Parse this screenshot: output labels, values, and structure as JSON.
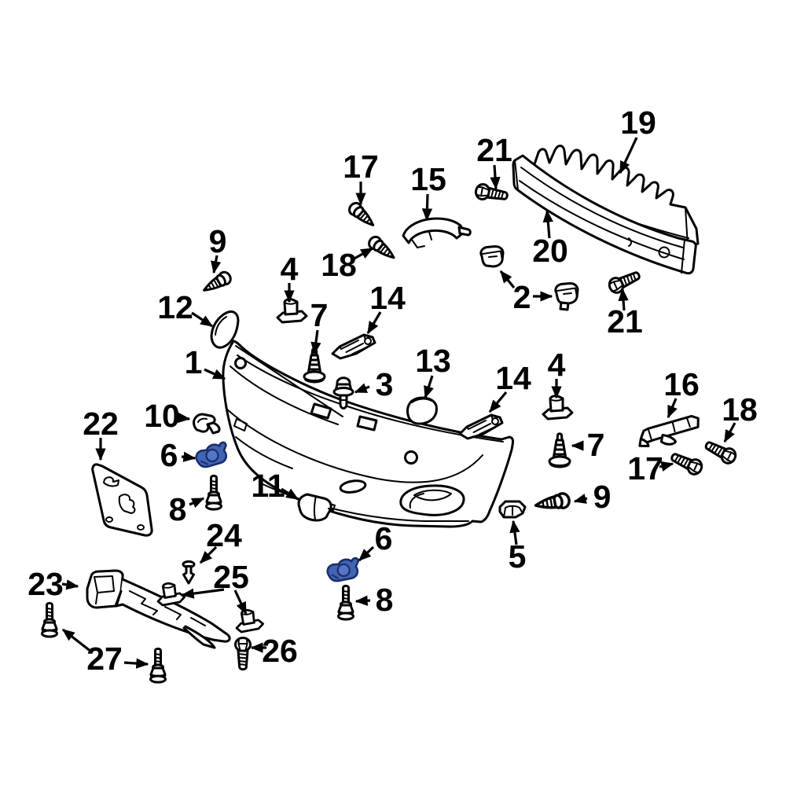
{
  "figure": {
    "subject": "Bumper components exploded parts diagram",
    "highlighted_callout": "6"
  },
  "colors": {
    "background": "#ffffff",
    "line": "#000000",
    "highlight_fill": "#4064b2",
    "highlight_boss": "#5377c4",
    "highlight_stroke": "#1b2c6b"
  },
  "callouts": {
    "c19": {
      "label": "19"
    },
    "c21_top": {
      "label": "21"
    },
    "c20": {
      "label": "20"
    },
    "c2": {
      "label": "2"
    },
    "c21_right": {
      "label": "21"
    },
    "c17_top": {
      "label": "17"
    },
    "c15": {
      "label": "15"
    },
    "c18_top": {
      "label": "18"
    },
    "c9_left": {
      "label": "9"
    },
    "c12": {
      "label": "12"
    },
    "c4_left": {
      "label": "4"
    },
    "c7_left": {
      "label": "7"
    },
    "c1": {
      "label": "1"
    },
    "c3": {
      "label": "3"
    },
    "c13": {
      "label": "13"
    },
    "c14_left": {
      "label": "14"
    },
    "c14_right": {
      "label": "14"
    },
    "c4_right": {
      "label": "4"
    },
    "c7_right": {
      "label": "7"
    },
    "c16": {
      "label": "16"
    },
    "c18_right": {
      "label": "18"
    },
    "c17_right": {
      "label": "17"
    },
    "c9_right": {
      "label": "9"
    },
    "c5": {
      "label": "5"
    },
    "c22": {
      "label": "22"
    },
    "c10": {
      "label": "10"
    },
    "c6_left": {
      "label": "6"
    },
    "c8_left": {
      "label": "8"
    },
    "c11": {
      "label": "11"
    },
    "c6_right": {
      "label": "6"
    },
    "c8_right": {
      "label": "8"
    },
    "c23": {
      "label": "23"
    },
    "c24": {
      "label": "24"
    },
    "c25": {
      "label": "25"
    },
    "c26": {
      "label": "26"
    },
    "c27": {
      "label": "27"
    }
  }
}
